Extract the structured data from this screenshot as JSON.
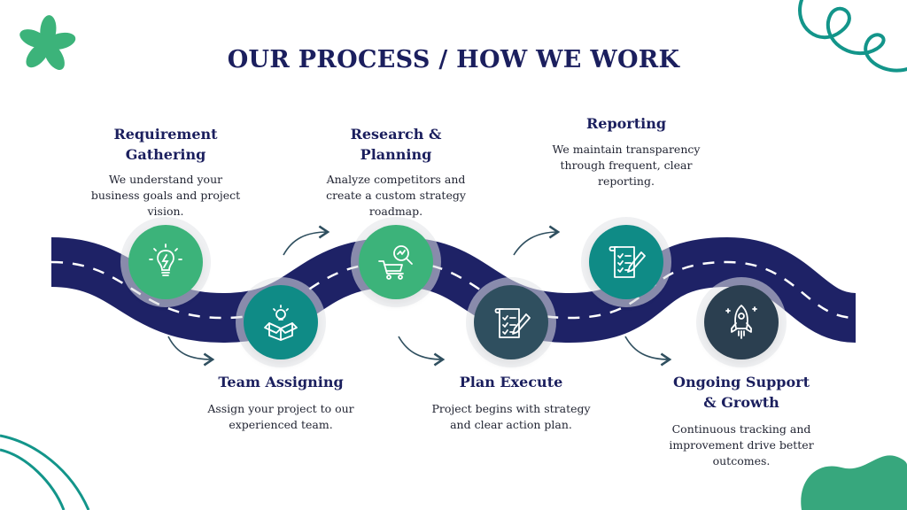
{
  "title": "OUR PROCESS / HOW WE WORK",
  "colors": {
    "navy": "#1b1f5e",
    "road": "#1e2266",
    "green": "#3cb37a",
    "teal": "#0f8b86",
    "slate": "#2f4f5f",
    "dark_slate": "#2b3f50",
    "accent_green": "#37a77d"
  },
  "steps": [
    {
      "title_lines": [
        "Requirement",
        "Gathering"
      ],
      "desc_lines": [
        "We understand your",
        "business goals and project",
        "vision."
      ],
      "icon": "lightbulb-icon"
    },
    {
      "title_lines": [
        "Team Assigning"
      ],
      "desc_lines": [
        "Assign your project to our",
        "experienced team."
      ],
      "icon": "box-idea-icon"
    },
    {
      "title_lines": [
        "Research &",
        "Planning"
      ],
      "desc_lines": [
        "Analyze competitors and",
        "create a custom strategy",
        "roadmap."
      ],
      "icon": "cart-search-icon"
    },
    {
      "title_lines": [
        "Plan Execute"
      ],
      "desc_lines": [
        "Project begins with strategy",
        "and clear action plan."
      ],
      "icon": "checklist-pencil-icon"
    },
    {
      "title_lines": [
        "Reporting"
      ],
      "desc_lines": [
        "We maintain transparency",
        "through frequent, clear",
        "reporting."
      ],
      "icon": "report-checklist-icon"
    },
    {
      "title_lines": [
        "Ongoing Support",
        "& Growth"
      ],
      "desc_lines": [
        "Continuous tracking and",
        "improvement drive better",
        "outcomes."
      ],
      "icon": "rocket-icon"
    }
  ]
}
